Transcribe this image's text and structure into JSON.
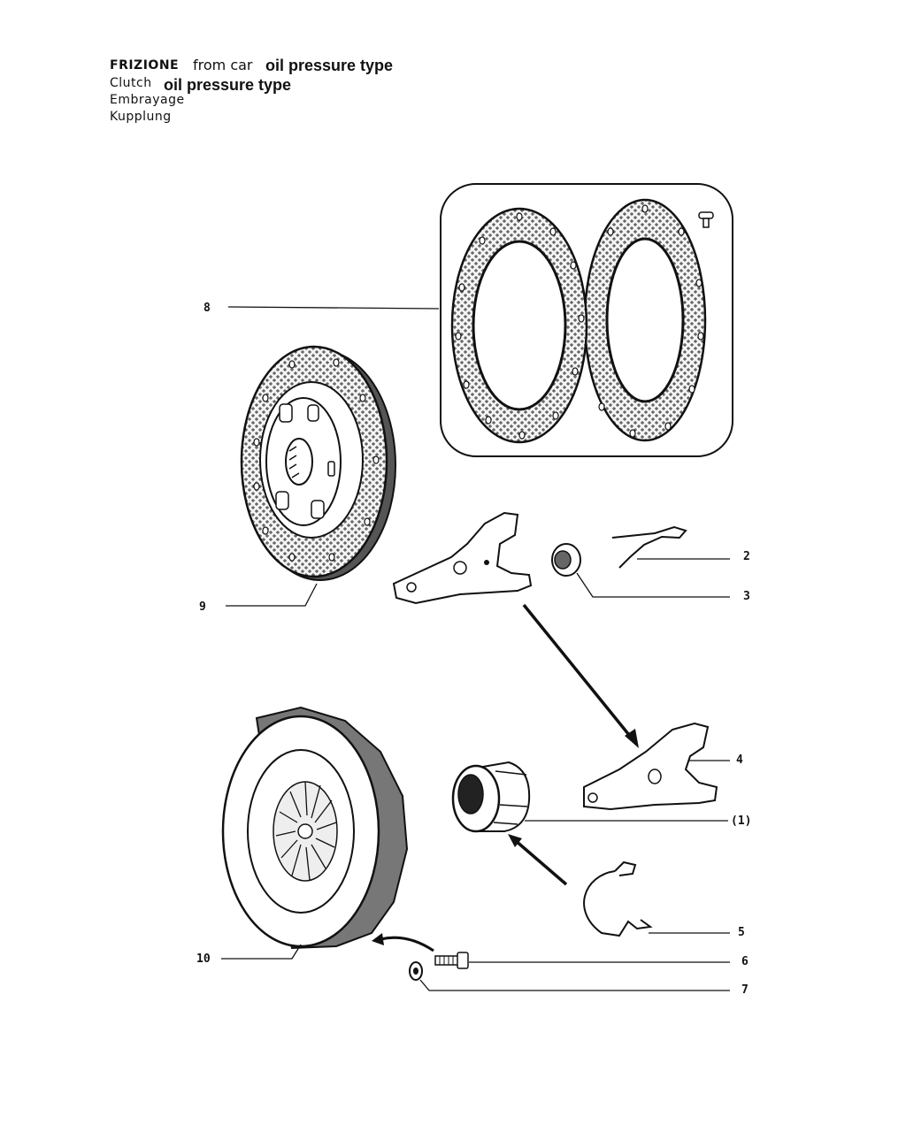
{
  "heading": {
    "title_it": "FRIZIONE",
    "note_it": "from car",
    "type_it": "oil pressure type",
    "title_en": "Clutch",
    "type_en": "oil pressure type",
    "title_fr": "Embrayage",
    "title_de": "Kupplung"
  },
  "callouts": [
    {
      "id": "8",
      "label": "8"
    },
    {
      "id": "9",
      "label": "9"
    },
    {
      "id": "2",
      "label": "2"
    },
    {
      "id": "3",
      "label": "3"
    },
    {
      "id": "4",
      "label": "4"
    },
    {
      "id": "1",
      "label": "(1)"
    },
    {
      "id": "5",
      "label": "5"
    },
    {
      "id": "10",
      "label": "10"
    },
    {
      "id": "6",
      "label": "6"
    },
    {
      "id": "7",
      "label": "7"
    }
  ],
  "parts": [
    {
      "name": "clutch-facing-pair-icon"
    },
    {
      "name": "clutch-disc-icon"
    },
    {
      "name": "release-fork-icon"
    },
    {
      "name": "release-bearing-icon"
    },
    {
      "name": "retaining-spring-icon"
    },
    {
      "name": "pressure-plate-icon"
    },
    {
      "name": "bolt-icon"
    },
    {
      "name": "washer-icon"
    },
    {
      "name": "rivet-icon"
    }
  ]
}
